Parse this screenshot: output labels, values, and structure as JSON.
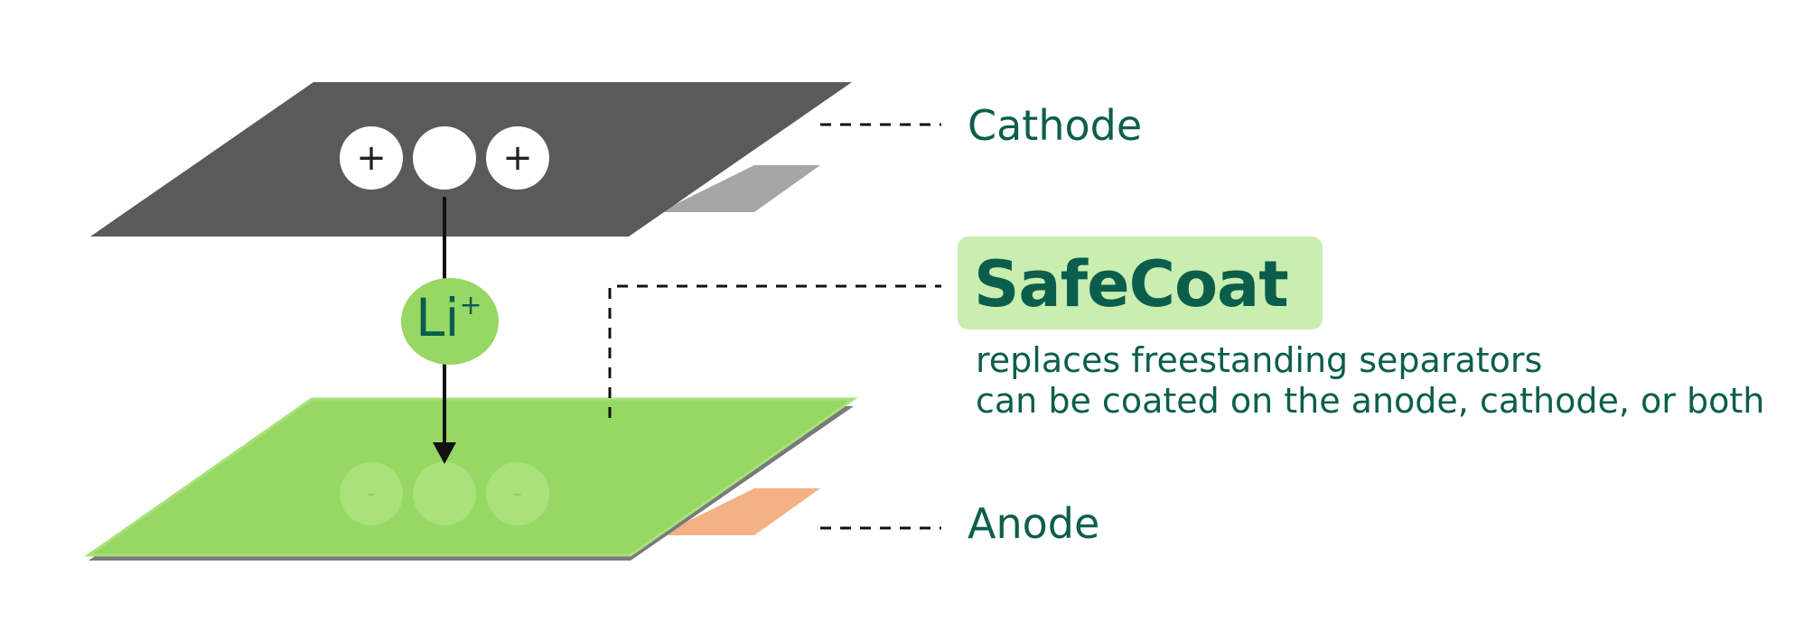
{
  "labels": {
    "cathode": "Cathode",
    "anode": "Anode",
    "safecoat": "SafeCoat",
    "description": [
      "replaces freestanding separators",
      "can be coated on the anode, cathode, or both"
    ]
  },
  "ion": {
    "symbol": "Li",
    "charge": "+"
  },
  "cathode_symbols": [
    "+",
    "+"
  ],
  "anode_symbols": [
    "-",
    "-"
  ],
  "colors": {
    "text": "#0b5e4c",
    "cathode": "#5a5a5a",
    "cathode_tab": "#a6a6a6",
    "anode": "#97d764",
    "anode_tab": "#f4b183",
    "coat_badge": "#c9eeb0",
    "ion": "#97d764"
  }
}
